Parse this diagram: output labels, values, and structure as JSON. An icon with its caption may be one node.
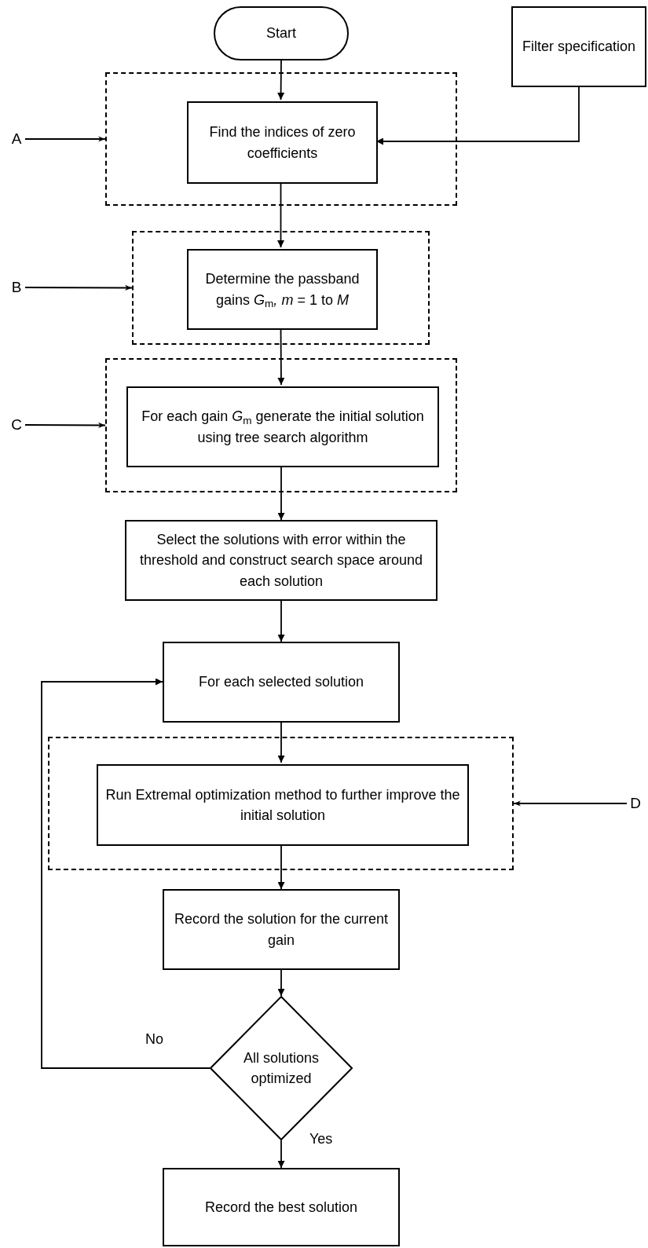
{
  "diagram": {
    "nodes": [
      {
        "text": [
          "Start"
        ]
      },
      {
        "text": [
          "Filter specification"
        ]
      },
      {
        "text": [],
        "shape": "box"
      },
      {
        "text": [
          "Find the indices of zero coefficients"
        ],
        "in": 2
      },
      {
        "text": [
          "A"
        ]
      },
      {
        "text": [],
        "shape": "box"
      },
      {
        "text": [
          "Determine the passband gains *G*$_{m}$*,* *m* = 1 to *M*"
        ],
        "in": 5
      },
      {
        "text": [
          "B"
        ]
      },
      {
        "text": [],
        "shape": "box"
      },
      {
        "text": [
          "For each gain *G*$_{m}$ generate the initial solution using tree search algorithm"
        ],
        "in": 8
      },
      {
        "text": [
          "C"
        ]
      },
      {
        "text": [
          "Select the solutions with error within the threshold and construct search space around each solution"
        ]
      },
      {
        "text": [
          "For each selected solution"
        ]
      },
      {
        "text": [],
        "shape": "box"
      },
      {
        "text": [
          "Run Extremal optimization method to further improve the initial solution"
        ],
        "in": 13
      },
      {
        "text": [
          "D"
        ]
      },
      {
        "text": [
          "Record the solution for the current gain"
        ]
      },
      {
        "text": [
          "All solutions optimized"
        ]
      },
      {
        "text": [
          "Record the best solution"
        ]
      }
    ],
    "edges": [
      {
        "from": 0,
        "to": 3,
        "arrow": "to"
      },
      {
        "from": 1,
        "to": 3,
        "arrow": "to"
      },
      {
        "from": 3,
        "to": 6,
        "arrow": "to"
      },
      {
        "from": 6,
        "to": 9,
        "arrow": "to"
      },
      {
        "from": 9,
        "to": 11,
        "arrow": "to"
      },
      {
        "from": 11,
        "to": 12,
        "arrow": "to"
      },
      {
        "from": 12,
        "to": 14,
        "arrow": "to"
      },
      {
        "from": 14,
        "to": 16,
        "arrow": "to"
      },
      {
        "from": 16,
        "to": 17,
        "arrow": "to"
      },
      {
        "from": 17,
        "to": 12,
        "arrow": "to",
        "label": "No"
      },
      {
        "from": 17,
        "to": 18,
        "arrow": "to",
        "label": "Yes"
      },
      {
        "from": 4,
        "to": 2,
        "arrow": "to"
      },
      {
        "from": 7,
        "to": 5,
        "arrow": "to"
      },
      {
        "from": 10,
        "to": 8,
        "arrow": "to"
      },
      {
        "from": 15,
        "to": 13,
        "arrow": "to"
      }
    ]
  }
}
